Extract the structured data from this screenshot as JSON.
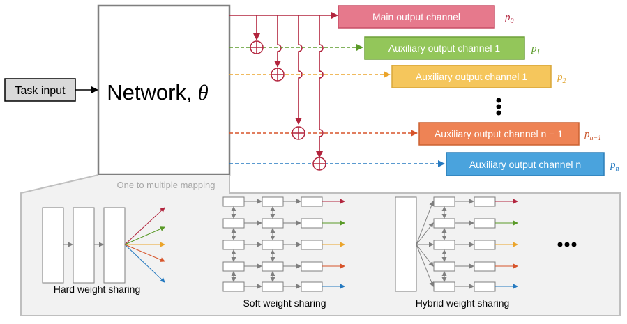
{
  "task_input_label": "Task input",
  "network_label": "Network,",
  "theta": "θ",
  "mapping_caption": "One to multiple mapping",
  "ellipsis_vertical": "⋮",
  "ellipsis_horizontal": "•••",
  "channels": [
    {
      "label": "Main output channel",
      "p": "p",
      "sub": "0",
      "fill": "#e6798c",
      "stroke": "#c94f66",
      "arrow": "#b2243d",
      "ptext": "#b2243d"
    },
    {
      "label": "Auxiliary output channel 1",
      "p": "p",
      "sub": "1",
      "fill": "#93c65a",
      "stroke": "#6fa13a",
      "arrow": "#5a9a28",
      "ptext": "#5a9a28"
    },
    {
      "label": "Auxiliary output channel 1",
      "p": "p",
      "sub": "2",
      "fill": "#f5c65c",
      "stroke": "#d9a73a",
      "arrow": "#eba42a",
      "ptext": "#e0a22a"
    },
    {
      "label": "Auxiliary output channel n − 1",
      "p": "p",
      "sub": "n−1",
      "fill": "#ee8355",
      "stroke": "#cc6131",
      "arrow": "#d7542a",
      "ptext": "#c9542a"
    },
    {
      "label": "Auxiliary output channel n",
      "p": "p",
      "sub": "n",
      "fill": "#4aa3dd",
      "stroke": "#2c7fb8",
      "arrow": "#2479c0",
      "ptext": "#2479c0"
    }
  ],
  "sharing": [
    {
      "label": "Hard weight sharing"
    },
    {
      "label": "Soft weight sharing"
    },
    {
      "label": "Hybrid weight sharing"
    }
  ],
  "colors": {
    "main_wire": "#b2243d",
    "network_border": "#7f7f7f",
    "task_fill": "#d9d9d9",
    "panel_border": "#bfbfbf",
    "inner": "#7f7f7f"
  }
}
